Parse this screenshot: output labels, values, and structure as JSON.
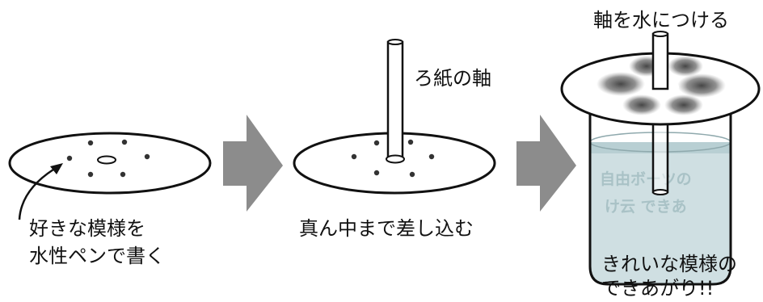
{
  "colors": {
    "ink": "#111111",
    "arrow": "#8c8c8c",
    "water": "#cfdfe2",
    "water_dark": "#b8cfd3",
    "ink_blot": "#5a5a5a"
  },
  "icons": {
    "arrow_1": "right-arrow-icon",
    "arrow_2": "right-arrow-icon",
    "pointer": "curved-pointer-arrow-icon"
  },
  "labels": {
    "step1_line1": "好きな模様を",
    "step1_line2": "水性ペンで書く",
    "step2": "真ん中まで差し込む",
    "axis": "ろ紙の軸",
    "step3_top": "軸を水につける",
    "step3_line1": "きれいな模様の",
    "step3_line2": "できあがり!!"
  },
  "watermark": {
    "line1": "自由ボーツの",
    "line2": "け云 できあ"
  }
}
